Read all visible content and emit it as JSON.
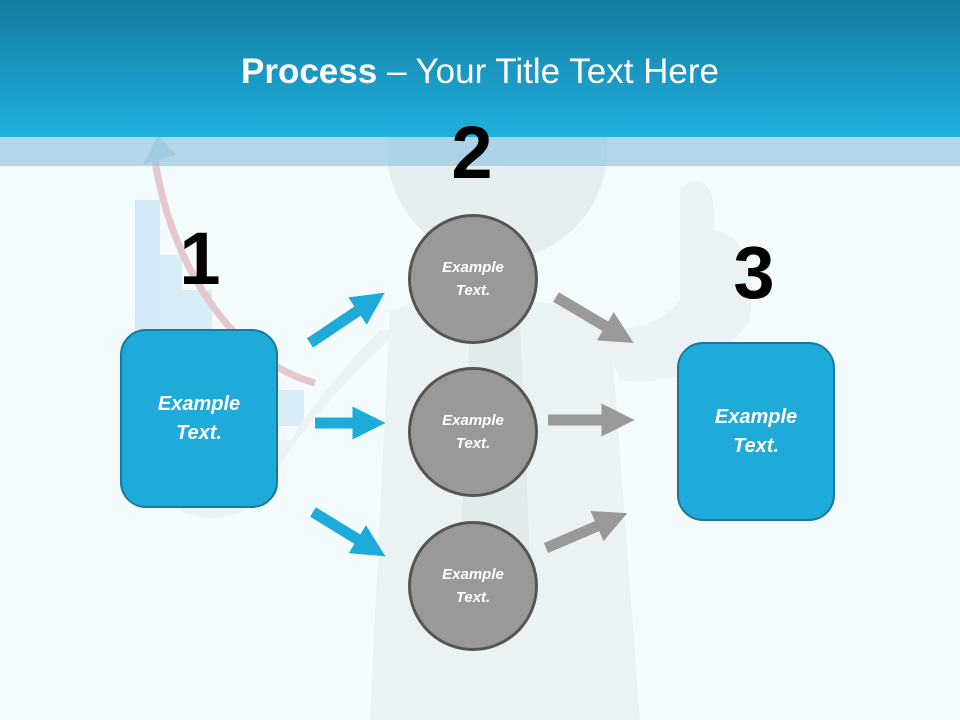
{
  "title": {
    "bold": "Process",
    "rest": " – Your Title Text Here"
  },
  "steps": [
    {
      "number": "1",
      "label": "Example Text."
    },
    {
      "number": "2",
      "items": [
        "Example Text.",
        "Example Text.",
        "Example Text."
      ]
    },
    {
      "number": "3",
      "label": "Example Text."
    }
  ],
  "colors": {
    "accent": "#1eabd9",
    "circle": "#999999",
    "gray_arrow": "#999999"
  }
}
